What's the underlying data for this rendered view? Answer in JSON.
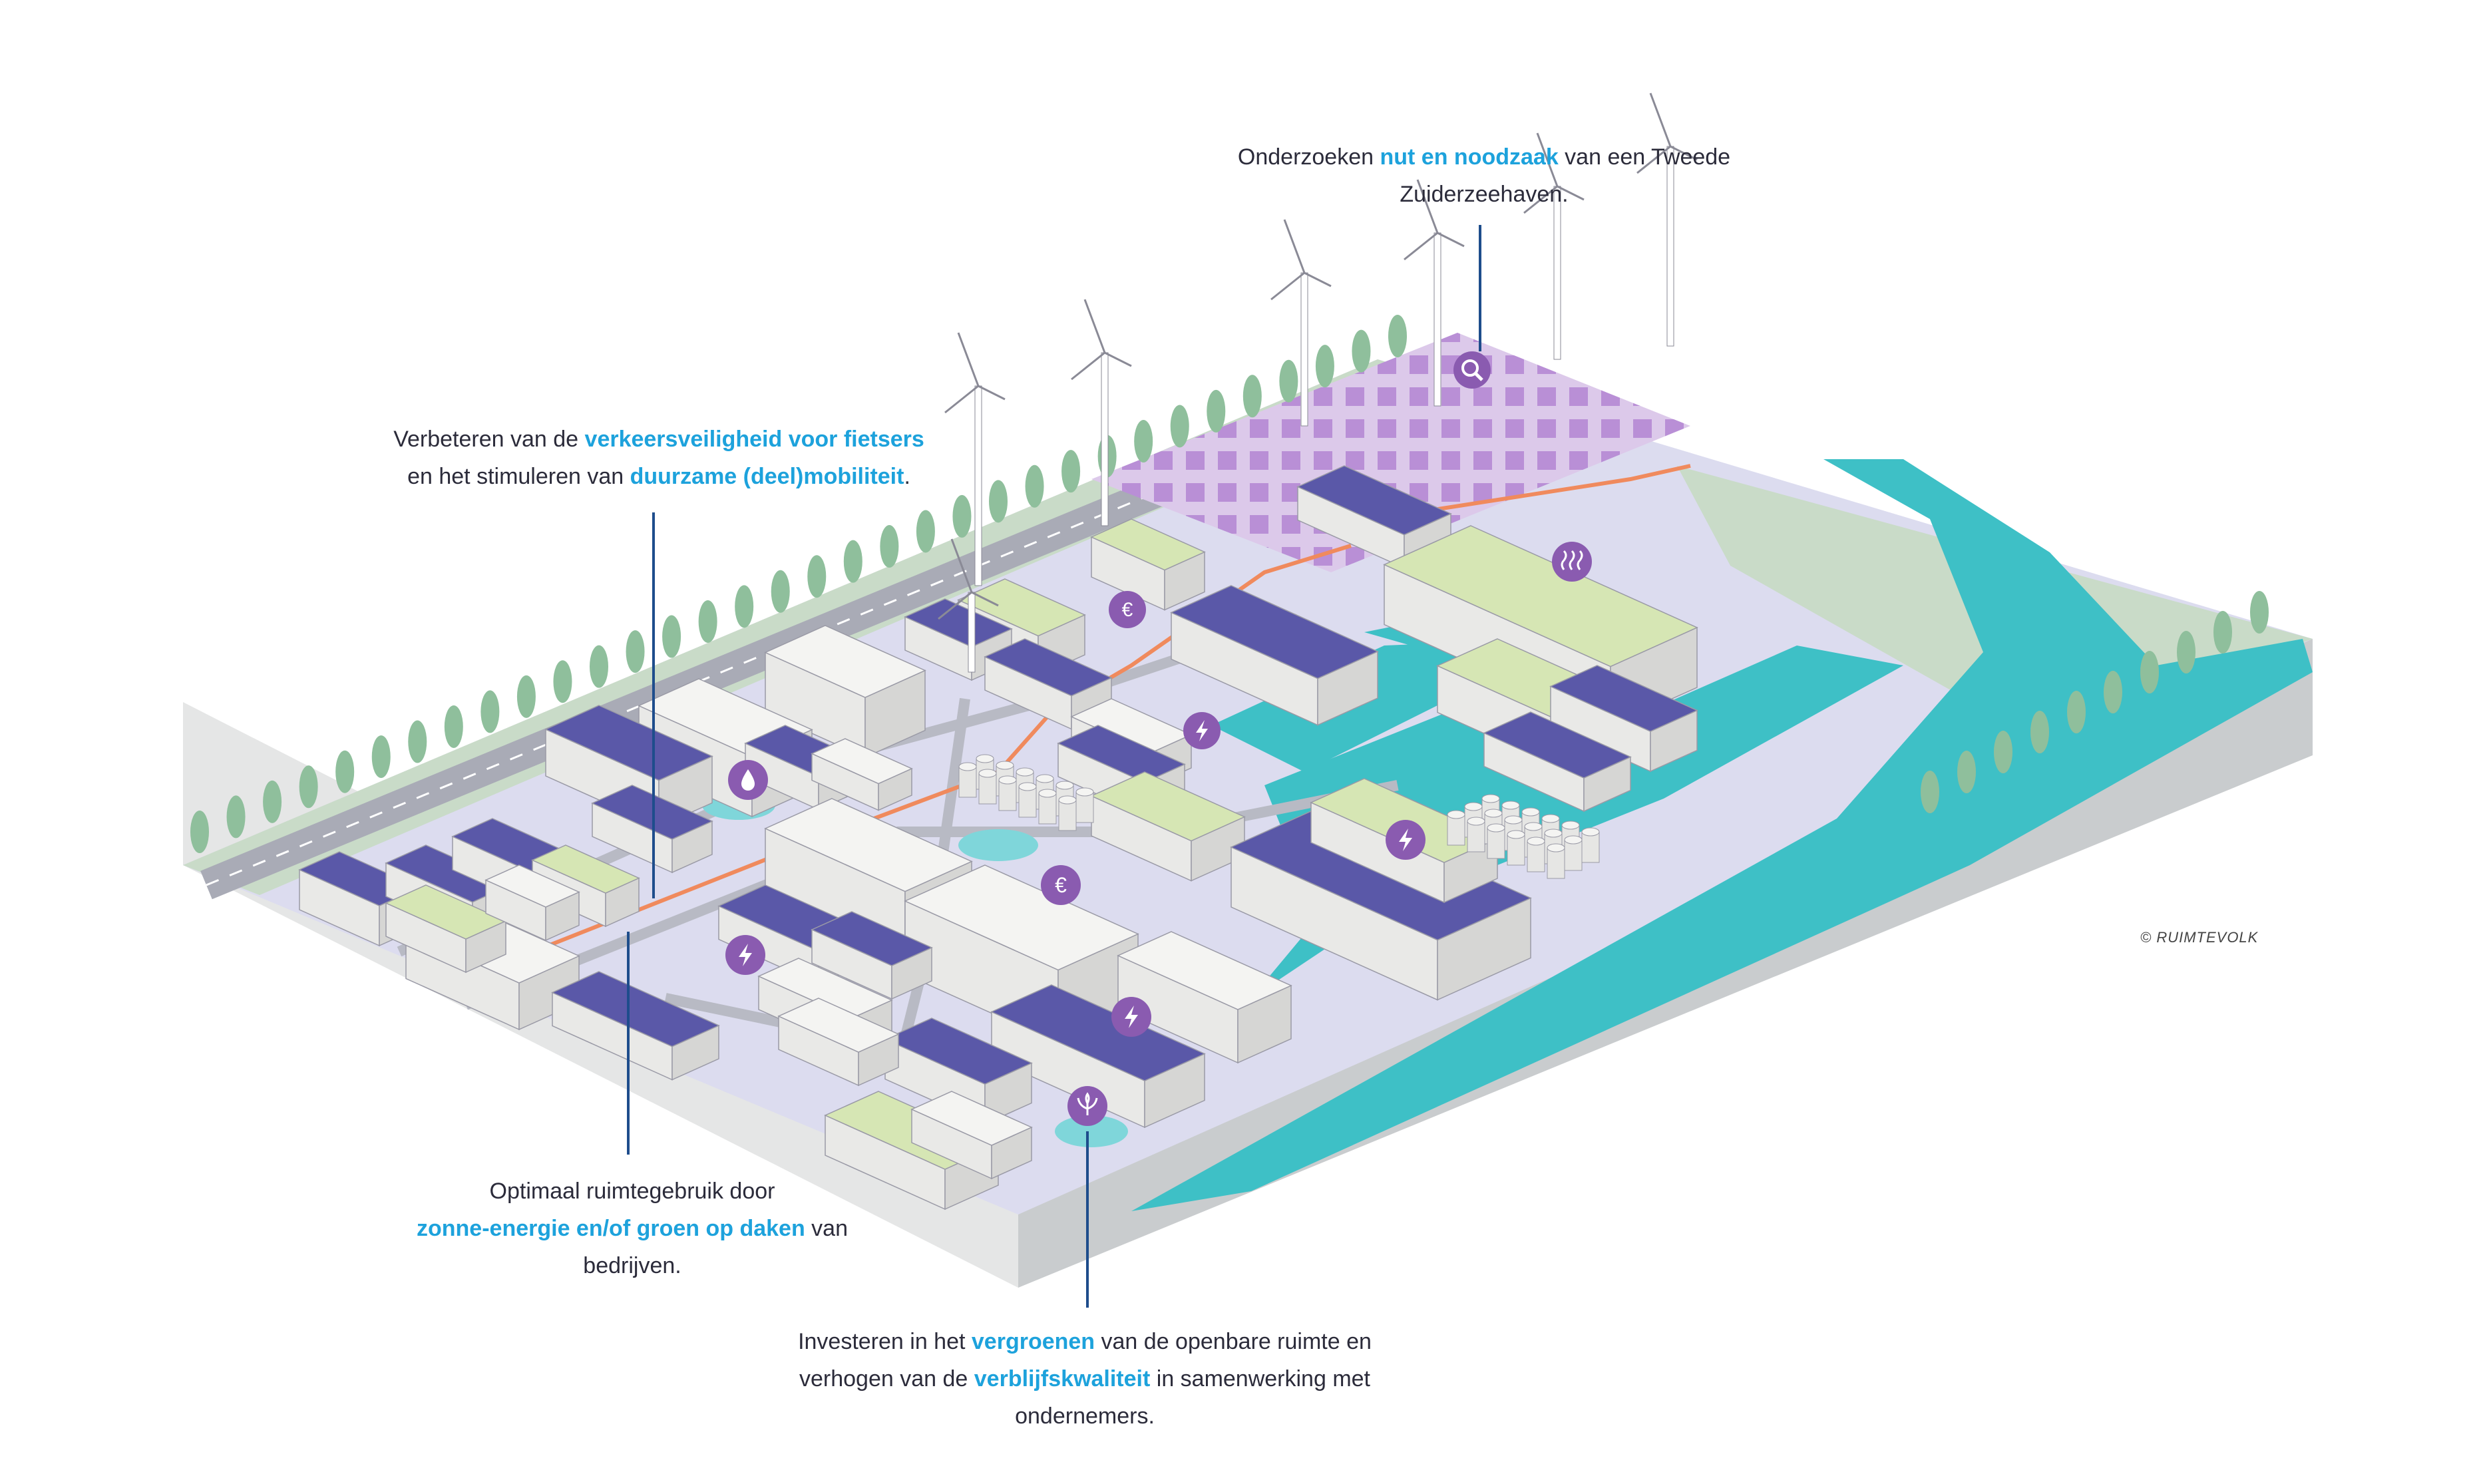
{
  "callouts": {
    "top": {
      "pre": "Onderzoeken ",
      "hl": "nut en noodzaak",
      "post": " van een Tweede",
      "line2": "Zuiderzeehaven."
    },
    "left": {
      "pre": "Verbeteren van de ",
      "hl1": "verkeersveiligheid voor fietsers",
      "mid": "en het stimuleren van ",
      "hl2": "duurzame (deel)mobiliteit",
      "post": "."
    },
    "bottom_left": {
      "line1": "Optimaal ruimtegebruik door",
      "hl": "zonne-energie en/of groen op daken",
      "post": " van",
      "line3": "bedrijven."
    },
    "bottom": {
      "pre": "Investeren in het ",
      "hl1": "vergroenen",
      "mid1": " van de openbare ruimte en",
      "pre2": "verhogen van de ",
      "hl2": "verblijfskwaliteit",
      "mid2": " in samenwerking met",
      "line3": "ondernemers."
    }
  },
  "credit": "© RUIMTEVOLK",
  "colors": {
    "ground": "#dcdcef",
    "green_strip": "#c9dbc8",
    "water": "#3ec0c6",
    "road": "#b8bac4",
    "bike_path": "#f08a5d",
    "building": "#f4f4f2",
    "solar": "#5a58a8",
    "icon": "#8a5bb0",
    "tree": "#8fbf9c",
    "highlight_text": "#1da2dc",
    "leader_line": "#1e4d8c"
  },
  "icons": [
    "search-icon",
    "heat-icon",
    "euro-icon",
    "lightning-icon",
    "water-drop-icon",
    "plant-icon"
  ]
}
